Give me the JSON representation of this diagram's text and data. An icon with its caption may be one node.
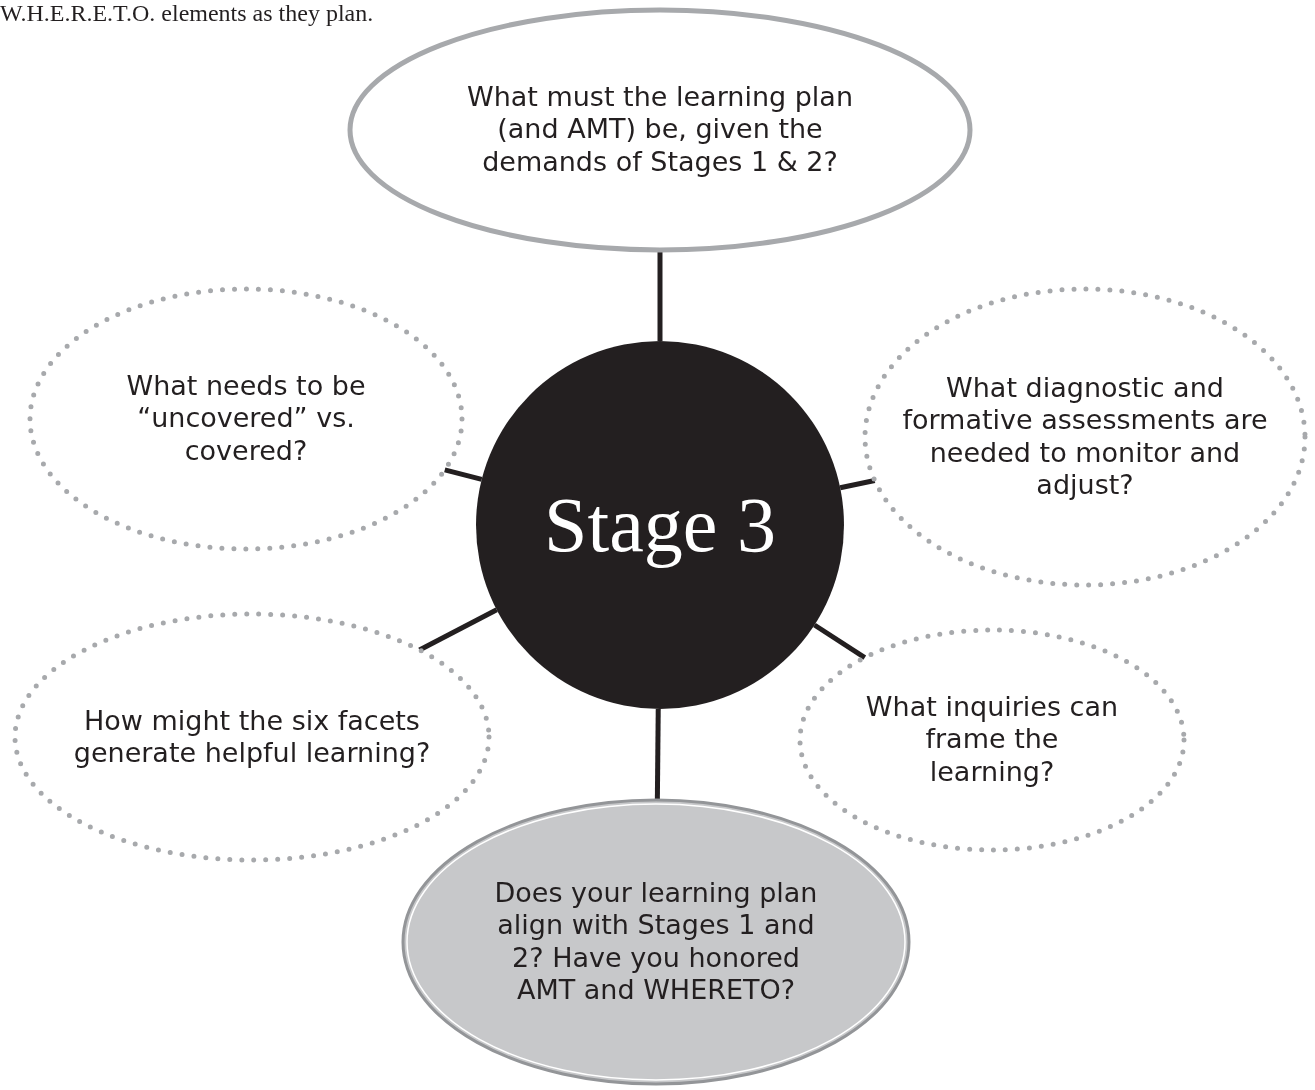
{
  "diagram": {
    "nodes": [
      {
        "text": [
          "What must the learning plan (and AMT) be, given the demands of Stages 1 & 2?"
        ]
      },
      {
        "text": [
          "What needs to be “uncovered” vs. covered?"
        ]
      },
      {
        "text": [
          "Stage 3"
        ]
      },
      {
        "text": [
          "What diagnostic and formative assessments are needed to monitor and adjust?"
        ]
      },
      {
        "text": [
          "How might the six facets generate helpful learning?"
        ]
      },
      {
        "text": [
          "What inquiries can frame the learning?"
        ]
      },
      {
        "text": [
          "Does your learning plan align with Stages 1 and 2? Have you honored AMT and WHERETO?"
        ]
      }
    ],
    "edges": [
      {
        "from": 2,
        "to": 0,
        "arrow": "none"
      },
      {
        "from": 2,
        "to": 1,
        "arrow": "none"
      },
      {
        "from": 2,
        "to": 3,
        "arrow": "none"
      },
      {
        "from": 2,
        "to": 4,
        "arrow": "none"
      },
      {
        "from": 2,
        "to": 5,
        "arrow": "none"
      },
      {
        "from": 2,
        "to": 6,
        "arrow": "none"
      }
    ],
    "labels": [
      "W.H.E.R.E.T.O. elements as they plan."
    ]
  }
}
